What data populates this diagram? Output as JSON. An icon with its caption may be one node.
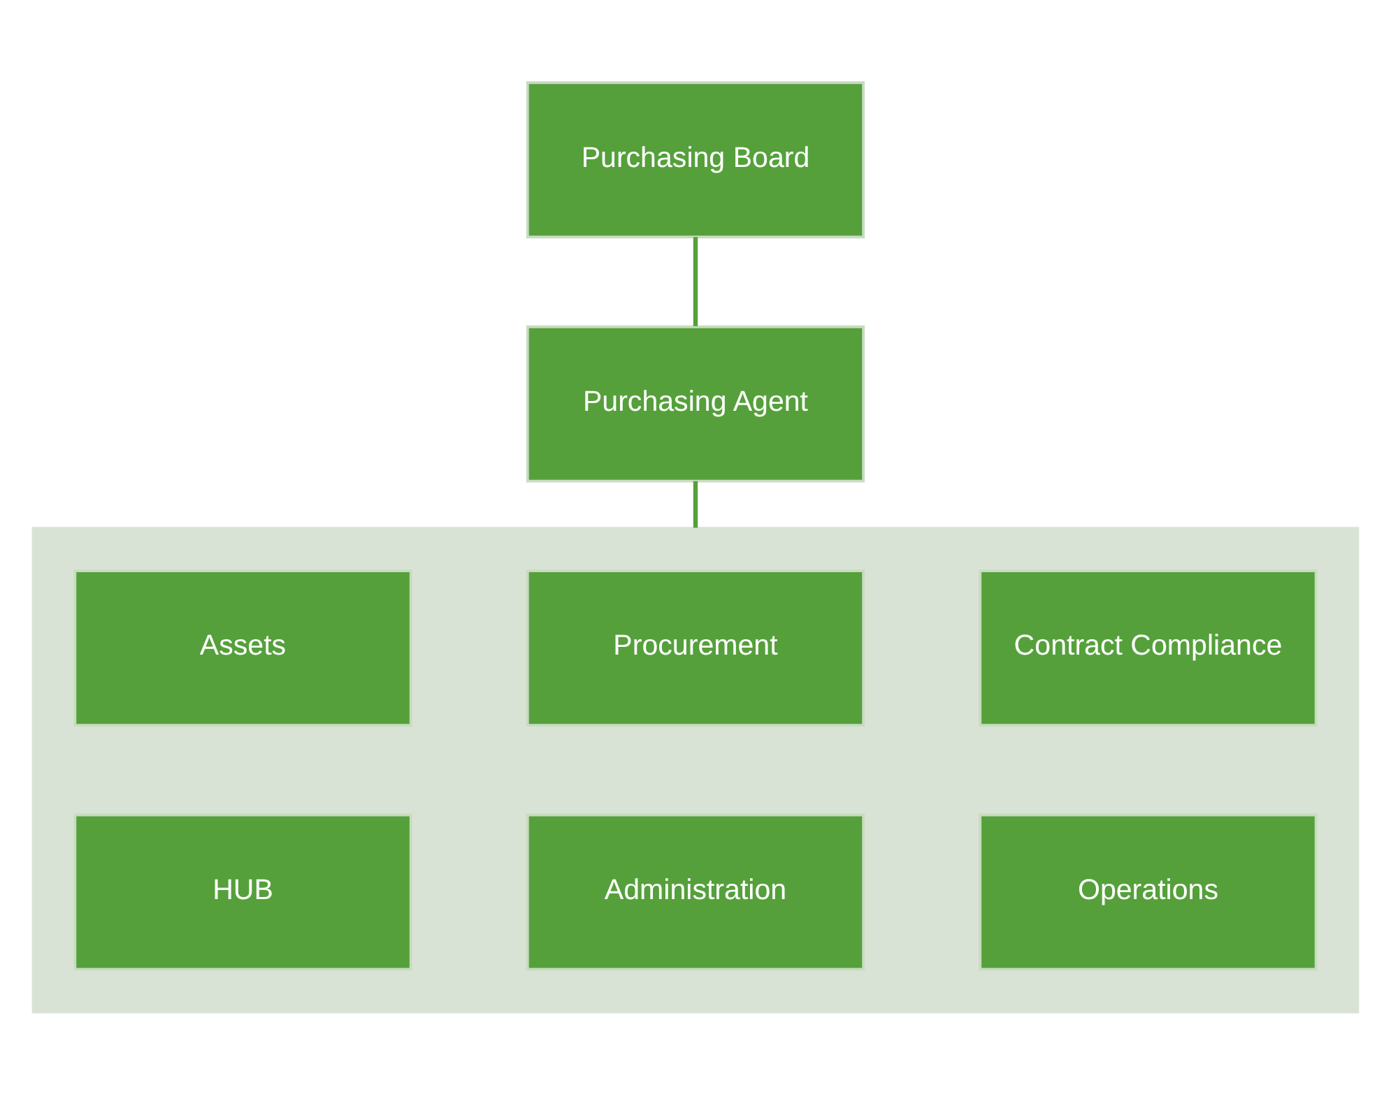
{
  "diagram": {
    "nodes": [
      {
        "text": [
          "Purchasing Board"
        ]
      },
      {
        "text": [
          "Purchasing Agent"
        ]
      },
      {
        "text": [],
        "shape": "box"
      },
      {
        "text": [
          "Assets"
        ],
        "in": 2
      },
      {
        "text": [
          "Procurement"
        ],
        "in": 2
      },
      {
        "text": [
          "Contract Compliance"
        ],
        "in": 2
      },
      {
        "text": [
          "HUB"
        ],
        "in": 2
      },
      {
        "text": [
          "Administration"
        ],
        "in": 2
      },
      {
        "text": [
          "Operations"
        ],
        "in": 2
      }
    ],
    "edges": [
      {
        "from": 0,
        "to": 1,
        "arrow": "none"
      },
      {
        "from": 1,
        "to": 2,
        "arrow": "none"
      }
    ]
  }
}
